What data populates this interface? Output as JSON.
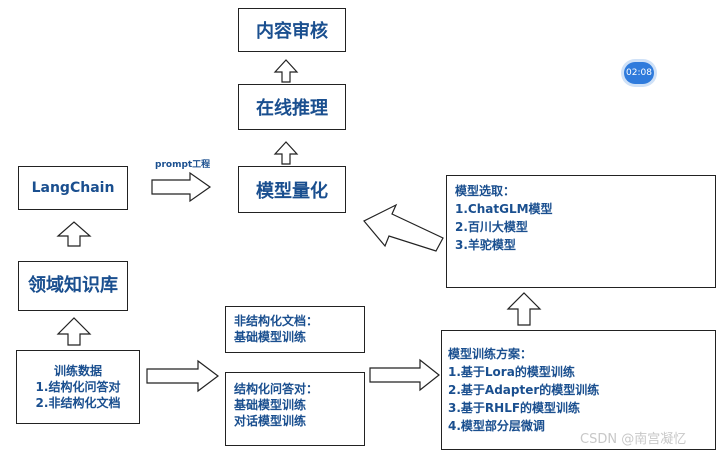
{
  "nodes": {
    "content_review": "内容审核",
    "online_inference": "在线推理",
    "model_quantization": "模型量化",
    "langchain": "LangChain",
    "domain_knowledge_lib": "领域知识库",
    "prompt_label": "prompt工程",
    "model_selection": {
      "title": "模型选取：",
      "items": [
        "1.ChatGLM模型",
        "2.百川大模型",
        "3.羊驼模型"
      ]
    },
    "unstructured_doc": {
      "title": "非结构化文档：",
      "items": [
        "基础模型训练"
      ]
    },
    "structured_qa": {
      "title": "结构化问答对：",
      "items": [
        "基础模型训练",
        "对话模型训练"
      ]
    },
    "training_data": {
      "title": "训练数据",
      "items": [
        "1.结构化问答对",
        "2.非结构化文档"
      ]
    },
    "training_plan": {
      "title": "模型训练方案：",
      "items": [
        "1.基于Lora的模型训练",
        "2.基于Adapter的模型训练",
        "3.基于RHLF的模型训练",
        "4.模型部分层微调"
      ]
    }
  },
  "overlay": {
    "time_badge": "02:08",
    "watermark": "CSDN @南宫凝忆"
  }
}
